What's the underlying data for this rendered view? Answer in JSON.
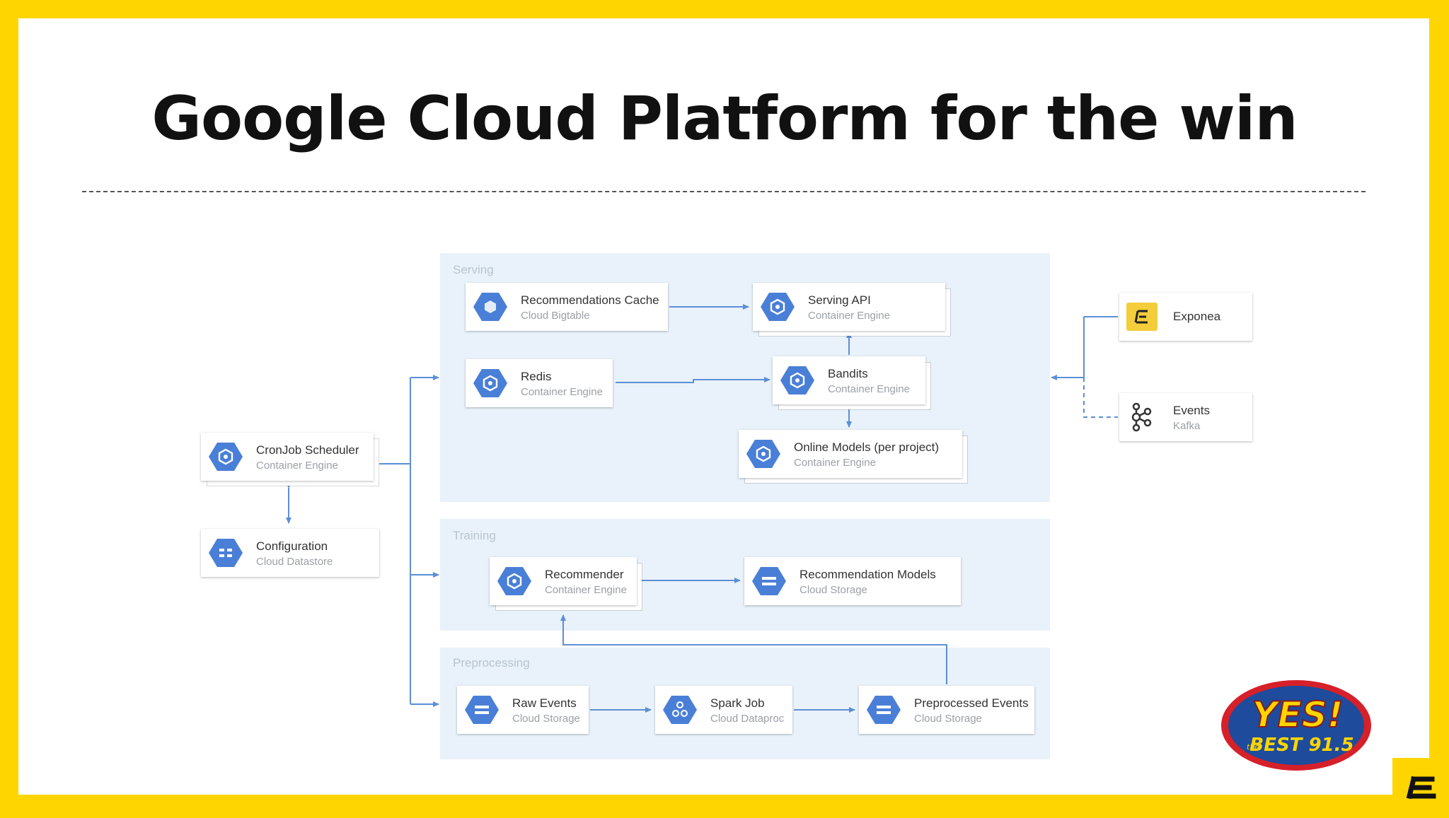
{
  "slide": {
    "title": "Google Cloud Platform for the win"
  },
  "groups": {
    "serving": "Serving",
    "training": "Training",
    "preprocessing": "Preprocessing"
  },
  "nodes": {
    "cronjob": {
      "title": "CronJob Scheduler",
      "sub": "Container Engine",
      "icon": "container-engine-icon"
    },
    "configuration": {
      "title": "Configuration",
      "sub": "Cloud Datastore",
      "icon": "datastore-icon"
    },
    "rec_cache": {
      "title": "Recommendations Cache",
      "sub": "Cloud Bigtable",
      "icon": "bigtable-icon"
    },
    "serving_api": {
      "title": "Serving API",
      "sub": "Container Engine",
      "icon": "container-engine-icon"
    },
    "redis": {
      "title": "Redis",
      "sub": "Container Engine",
      "icon": "container-engine-icon"
    },
    "bandits": {
      "title": "Bandits",
      "sub": "Container Engine",
      "icon": "container-engine-icon"
    },
    "online_models": {
      "title": "Online Models (per project)",
      "sub": "Container Engine",
      "icon": "container-engine-icon"
    },
    "recommender": {
      "title": "Recommender",
      "sub": "Container Engine",
      "icon": "container-engine-icon"
    },
    "rec_models": {
      "title": "Recommendation Models",
      "sub": "Cloud Storage",
      "icon": "storage-icon"
    },
    "raw_events": {
      "title": "Raw Events",
      "sub": "Cloud Storage",
      "icon": "storage-icon"
    },
    "spark_job": {
      "title": "Spark Job",
      "sub": "Cloud Dataproc",
      "icon": "dataproc-icon"
    },
    "pre_events": {
      "title": "Preprocessed Events",
      "sub": "Cloud Storage",
      "icon": "storage-icon"
    },
    "exponea": {
      "title": "Exponea",
      "icon": "exponea-logo-icon"
    },
    "events": {
      "title": "Events",
      "sub": "Kafka",
      "icon": "kafka-icon"
    }
  },
  "logos": {
    "radio_line1": "YES!",
    "radio_line2": "BEST 91.5",
    "radio_prefix": "the"
  },
  "colors": {
    "frame": "#FFD500",
    "gcp_blue": "#4A7FD7",
    "group_bg": "#E9F2FA",
    "arrow": "#5C8FD6"
  }
}
